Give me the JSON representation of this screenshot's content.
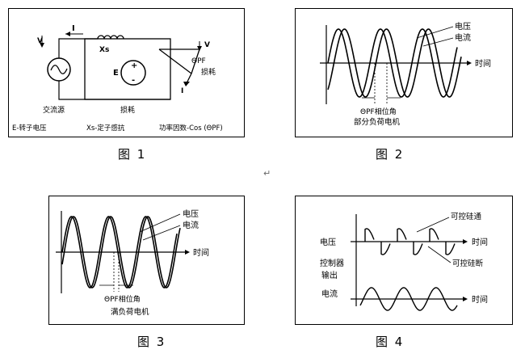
{
  "fig1": {
    "caption": "图 1",
    "current_label": "I",
    "xs_label": "Xs",
    "e_label": "E",
    "plus": "+",
    "minus": "-",
    "pf_label": "ΘPF",
    "loss_label": "损耗",
    "current2_label": "I",
    "v_label": "V",
    "v2_label": "V",
    "source_label": "交流源",
    "load_label": "损耗",
    "legend_e": "E-转子电压",
    "legend_xs": "Xs-定子感抗",
    "legend_pf": "功率因数-Cos (ΘPF)"
  },
  "fig2": {
    "caption": "图 2",
    "voltage_label": "电压",
    "current_label": "电流",
    "time_label": "时间",
    "phase_label": "ΘPF相位角",
    "title": "部分负荷电机"
  },
  "fig3": {
    "caption": "图 3",
    "voltage_label": "电压",
    "current_label": "电流",
    "time_label": "时间",
    "phase_label": "ΘPF相位角",
    "title": "满负荷电机"
  },
  "fig4": {
    "caption": "图 4",
    "voltage_label": "电压",
    "controller_label_1": "控制器",
    "controller_label_2": "输出",
    "current_label": "电流",
    "time_label_1": "时间",
    "time_label_2": "时间",
    "scr_on_label": "可控硅通",
    "scr_off_label": "可控硅断"
  },
  "para_mark": "↵"
}
